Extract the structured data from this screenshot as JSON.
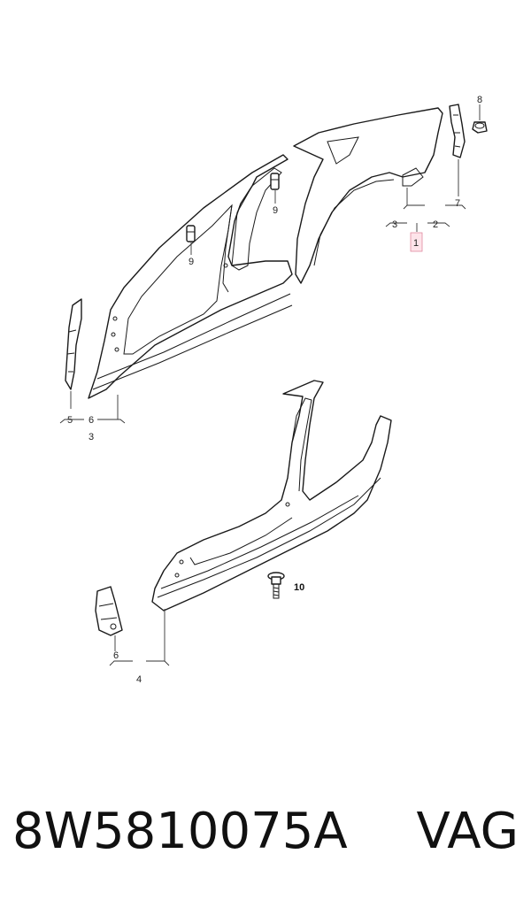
{
  "diagram": {
    "callouts": {
      "c8": "8",
      "c9a": "9",
      "c9b": "9",
      "c3_top": "3",
      "c2": "2",
      "c7": "7",
      "c1": "1",
      "c5": "5",
      "c6_left": "6",
      "c3_left": "3",
      "c10": "10",
      "c6_bottom": "6",
      "c4": "4"
    }
  },
  "caption": {
    "part_number": "8W5810075A",
    "brand": "VAG"
  }
}
